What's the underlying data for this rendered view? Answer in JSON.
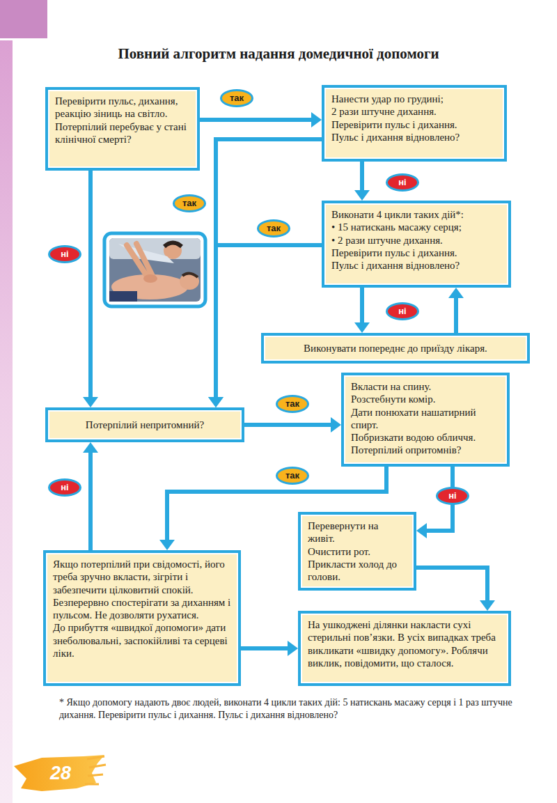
{
  "diagram": {
    "title": "Повний алгоритм надання домедичної допомоги",
    "nodes": [
      {
        "text": [
          "Перевірити пульс, дихання, реакцію зіниць на світло.",
          "Потерпілий перебуває у стані клінічної смерті?"
        ]
      },
      {
        "text": [
          "Нанести удар по грудині;",
          "2 рази штучне дихання.",
          "Перевірити пульс і дихання.",
          "Пульс і дихання відновлено?"
        ]
      },
      {
        "text": [
          "Виконати 4 цикли таких дій*:",
          "• 15 натискань масажу серця;",
          "• 2 рази штучне дихання.",
          "Перевірити пульс і дихання.",
          "Пульс і дихання відновлено?"
        ]
      },
      {
        "text": [
          "Виконувати попереднє до приїзду лікаря."
        ]
      },
      {
        "text": [
          "Потерпілий непритомний?"
        ]
      },
      {
        "text": [
          "Вкласти на спину.",
          "Розстебнути комір.",
          "Дати понюхати нашатирний спирт.",
          "Побризкати водою обличчя.",
          "Потерпілий опритомнів?"
        ]
      },
      {
        "text": [
          "Перевернути на живіт.",
          "Очистити рот.",
          "Прикласти холод до голови."
        ]
      },
      {
        "text": [
          "Якщо потерпілий при свідомості, його треба зручно вкласти, зігріти і забезпечити цілковитий спокій. Безперервно спостерігати за диханням і пульсом. Не дозволяти рухатися.",
          "До прибуття «швидкої допомоги» дати знеболювальні, заспокійливі та серцеві ліки."
        ]
      },
      {
        "text": [
          "На ушкоджені ділянки накласти сухі стерильні пов’язки. В усіх випадках треба викликати «швидку допомогу». Роблячи виклик, повідомити, що сталося."
        ]
      }
    ],
    "edges": [
      {
        "from": 0,
        "to": 1,
        "label": "так",
        "arrow": "to"
      },
      {
        "from": 0,
        "to": 4,
        "label": "ні",
        "arrow": "to"
      },
      {
        "from": 1,
        "to": 2,
        "label": "ні",
        "arrow": "to"
      },
      {
        "from": 1,
        "to": 4,
        "label": "так",
        "arrow": "to"
      },
      {
        "from": 2,
        "to": 4,
        "label": "так",
        "arrow": "to"
      },
      {
        "from": 2,
        "to": 3,
        "label": "ні",
        "arrow": "to"
      },
      {
        "from": 3,
        "to": 2,
        "arrow": "to"
      },
      {
        "from": 4,
        "to": 5,
        "label": "так",
        "arrow": "to"
      },
      {
        "from": 5,
        "to": 7,
        "label": "так",
        "arrow": "to"
      },
      {
        "from": 5,
        "to": 6,
        "label": "ні",
        "arrow": "to"
      },
      {
        "from": 6,
        "to": 8,
        "arrow": "to"
      },
      {
        "from": 7,
        "to": 8,
        "arrow": "to"
      },
      {
        "from": 7,
        "to": 4,
        "label": "ні",
        "arrow": "to"
      }
    ],
    "labels": [
      "* Якщо допомогу надають двоє людей, виконати 4 цикли таких дій: 5 натискань масажу серця і 1 раз штучне дихання. Перевірити пульс і дихання. Пульс і дихання відновлено?",
      "28"
    ]
  }
}
